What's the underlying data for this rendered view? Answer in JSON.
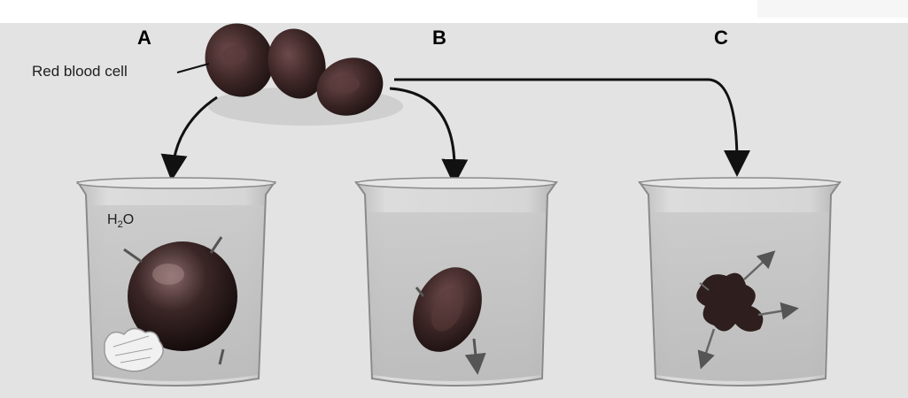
{
  "labels": {
    "panel_a": "A",
    "panel_b": "B",
    "panel_c": "C",
    "red_blood_cell": "Red blood cell",
    "water_main": "H",
    "water_sub": "2",
    "water_tail": "O"
  },
  "colors": {
    "background": "#e3e3e3",
    "cell_dark": "#3a2424",
    "water": "#cfcfcf",
    "arrow": "#111111"
  }
}
